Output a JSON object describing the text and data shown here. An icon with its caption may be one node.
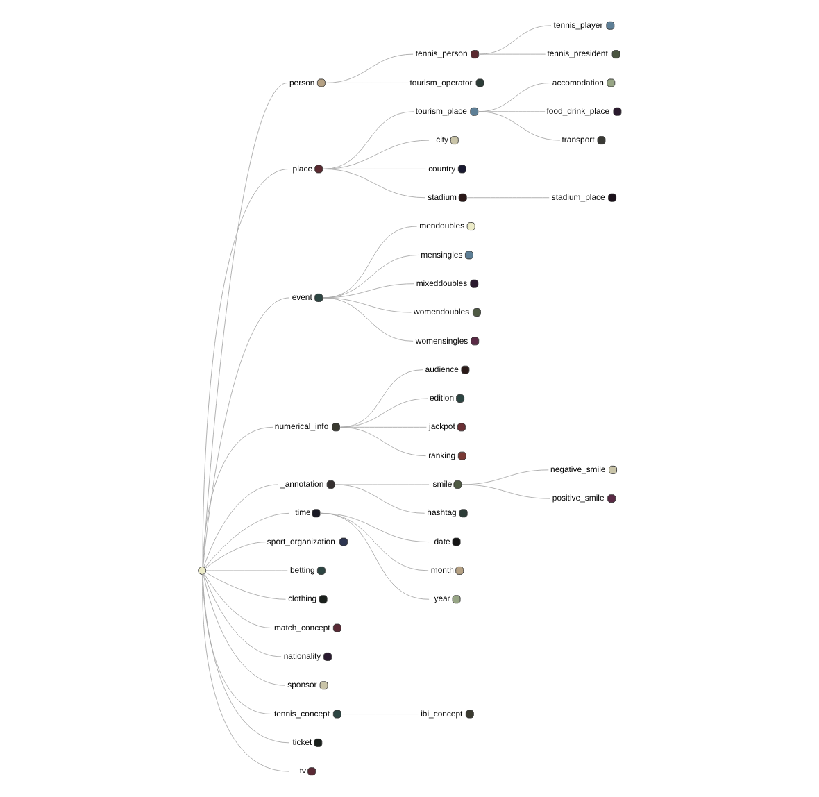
{
  "diagram": {
    "nodes": [
      {
        "text": [],
        "shape": "circle"
      },
      {
        "text": [],
        "shape": "circle",
        "beside": [
          "person"
        ]
      },
      {
        "text": [],
        "shape": "circle",
        "beside": [
          "tennis_person"
        ]
      },
      {
        "text": [],
        "shape": "circle",
        "beside": [
          "tennis_player"
        ]
      },
      {
        "text": [],
        "shape": "circle",
        "beside": [
          "tennis_president"
        ]
      },
      {
        "text": [],
        "shape": "circle",
        "beside": [
          "tourism_operator"
        ]
      },
      {
        "text": [],
        "shape": "circle",
        "beside": [
          "place"
        ]
      },
      {
        "text": [],
        "shape": "circle",
        "beside": [
          "tourism_place"
        ]
      },
      {
        "text": [],
        "shape": "circle",
        "beside": [
          "accomodation"
        ]
      },
      {
        "text": [],
        "shape": "circle",
        "beside": [
          "food_drink_place"
        ]
      },
      {
        "text": [],
        "shape": "circle",
        "beside": [
          "transport"
        ]
      },
      {
        "text": [],
        "shape": "circle",
        "beside": [
          "city"
        ]
      },
      {
        "text": [],
        "shape": "circle",
        "beside": [
          "country"
        ]
      },
      {
        "text": [],
        "shape": "circle",
        "beside": [
          "stadium"
        ]
      },
      {
        "text": [],
        "shape": "circle",
        "beside": [
          "stadium_place"
        ]
      },
      {
        "text": [],
        "shape": "circle",
        "beside": [
          "event"
        ]
      },
      {
        "text": [],
        "shape": "circle",
        "beside": [
          "mendoubles"
        ]
      },
      {
        "text": [],
        "shape": "circle",
        "beside": [
          "mensingles"
        ]
      },
      {
        "text": [],
        "shape": "circle",
        "beside": [
          "mixeddoubles"
        ]
      },
      {
        "text": [],
        "shape": "circle",
        "beside": [
          "womendoubles"
        ]
      },
      {
        "text": [],
        "shape": "circle",
        "beside": [
          "womensingles"
        ]
      },
      {
        "text": [],
        "shape": "circle",
        "beside": [
          "numerical_info"
        ]
      },
      {
        "text": [],
        "shape": "circle",
        "beside": [
          "audience"
        ]
      },
      {
        "text": [],
        "shape": "circle",
        "beside": [
          "edition"
        ]
      },
      {
        "text": [],
        "shape": "circle",
        "beside": [
          "jackpot"
        ]
      },
      {
        "text": [],
        "shape": "circle",
        "beside": [
          "ranking"
        ]
      },
      {
        "text": [],
        "shape": "circle",
        "beside": [
          "_annotation"
        ]
      },
      {
        "text": [],
        "shape": "circle",
        "beside": [
          "smile"
        ]
      },
      {
        "text": [],
        "shape": "circle",
        "beside": [
          "negative_smile"
        ]
      },
      {
        "text": [],
        "shape": "circle",
        "beside": [
          "positive_smile"
        ]
      },
      {
        "text": [],
        "shape": "circle",
        "beside": [
          "hashtag"
        ]
      },
      {
        "text": [],
        "shape": "circle",
        "beside": [
          "time"
        ]
      },
      {
        "text": [],
        "shape": "circle",
        "beside": [
          "date"
        ]
      },
      {
        "text": [],
        "shape": "circle",
        "beside": [
          "month"
        ]
      },
      {
        "text": [],
        "shape": "circle",
        "beside": [
          "year"
        ]
      },
      {
        "text": [],
        "shape": "circle",
        "beside": [
          "sport_organization"
        ]
      },
      {
        "text": [],
        "shape": "circle",
        "beside": [
          "betting"
        ]
      },
      {
        "text": [],
        "shape": "circle",
        "beside": [
          "clothing"
        ]
      },
      {
        "text": [],
        "shape": "circle",
        "beside": [
          "match_concept"
        ]
      },
      {
        "text": [],
        "shape": "circle",
        "beside": [
          "nationality"
        ]
      },
      {
        "text": [],
        "shape": "circle",
        "beside": [
          "sponsor"
        ]
      },
      {
        "text": [],
        "shape": "circle",
        "beside": [
          "tennis_concept"
        ]
      },
      {
        "text": [],
        "shape": "circle",
        "beside": [
          "ibi_concept"
        ]
      },
      {
        "text": [],
        "shape": "circle",
        "beside": [
          "ticket"
        ]
      },
      {
        "text": [],
        "shape": "circle",
        "beside": [
          "tv"
        ]
      }
    ],
    "edges": [
      {
        "from": 0,
        "to": 1,
        "arrow": "none"
      },
      {
        "from": 1,
        "to": 2,
        "arrow": "none"
      },
      {
        "from": 2,
        "to": 3,
        "arrow": "none"
      },
      {
        "from": 2,
        "to": 4,
        "arrow": "none"
      },
      {
        "from": 1,
        "to": 5,
        "arrow": "none"
      },
      {
        "from": 0,
        "to": 6,
        "arrow": "none"
      },
      {
        "from": 6,
        "to": 7,
        "arrow": "none"
      },
      {
        "from": 7,
        "to": 8,
        "arrow": "none"
      },
      {
        "from": 7,
        "to": 9,
        "arrow": "none"
      },
      {
        "from": 7,
        "to": 10,
        "arrow": "none"
      },
      {
        "from": 6,
        "to": 11,
        "arrow": "none"
      },
      {
        "from": 6,
        "to": 12,
        "arrow": "none"
      },
      {
        "from": 6,
        "to": 13,
        "arrow": "none"
      },
      {
        "from": 13,
        "to": 14,
        "arrow": "none"
      },
      {
        "from": 0,
        "to": 15,
        "arrow": "none"
      },
      {
        "from": 15,
        "to": 16,
        "arrow": "none"
      },
      {
        "from": 15,
        "to": 17,
        "arrow": "none"
      },
      {
        "from": 15,
        "to": 18,
        "arrow": "none"
      },
      {
        "from": 15,
        "to": 19,
        "arrow": "none"
      },
      {
        "from": 15,
        "to": 20,
        "arrow": "none"
      },
      {
        "from": 0,
        "to": 21,
        "arrow": "none"
      },
      {
        "from": 21,
        "to": 22,
        "arrow": "none"
      },
      {
        "from": 21,
        "to": 23,
        "arrow": "none"
      },
      {
        "from": 21,
        "to": 24,
        "arrow": "none"
      },
      {
        "from": 21,
        "to": 25,
        "arrow": "none"
      },
      {
        "from": 0,
        "to": 26,
        "arrow": "none"
      },
      {
        "from": 26,
        "to": 27,
        "arrow": "none"
      },
      {
        "from": 27,
        "to": 28,
        "arrow": "none"
      },
      {
        "from": 27,
        "to": 29,
        "arrow": "none"
      },
      {
        "from": 26,
        "to": 30,
        "arrow": "none"
      },
      {
        "from": 0,
        "to": 31,
        "arrow": "none"
      },
      {
        "from": 31,
        "to": 32,
        "arrow": "none"
      },
      {
        "from": 31,
        "to": 33,
        "arrow": "none"
      },
      {
        "from": 31,
        "to": 34,
        "arrow": "none"
      },
      {
        "from": 0,
        "to": 35,
        "arrow": "none"
      },
      {
        "from": 0,
        "to": 36,
        "arrow": "none"
      },
      {
        "from": 0,
        "to": 37,
        "arrow": "none"
      },
      {
        "from": 0,
        "to": 38,
        "arrow": "none"
      },
      {
        "from": 0,
        "to": 39,
        "arrow": "none"
      },
      {
        "from": 0,
        "to": 40,
        "arrow": "none"
      },
      {
        "from": 0,
        "to": 41,
        "arrow": "none"
      },
      {
        "from": 41,
        "to": 42,
        "arrow": "none"
      },
      {
        "from": 0,
        "to": 43,
        "arrow": "none"
      },
      {
        "from": 0,
        "to": 44,
        "arrow": "none"
      }
    ]
  }
}
